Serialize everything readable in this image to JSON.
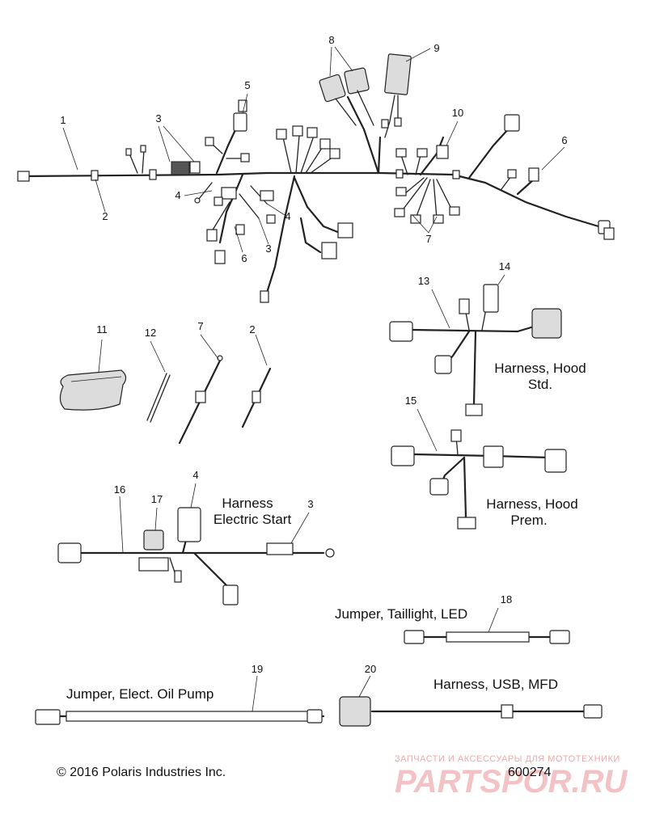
{
  "callouts": [
    "1",
    "2",
    "3",
    "4",
    "5",
    "6",
    "7",
    "8",
    "9",
    "10",
    "11",
    "12",
    "13",
    "14",
    "15",
    "16",
    "17",
    "18",
    "19",
    "20"
  ],
  "labels": {
    "hood_std_line1": "Harness, Hood",
    "hood_std_line2": "Std.",
    "hood_prem_line1": "Harness, Hood",
    "hood_prem_line2": "Prem.",
    "electric_start_line1": "Harness",
    "electric_start_line2": "Electric Start",
    "taillight": "Jumper, Taillight, LED",
    "oil_pump": "Jumper, Elect. Oil Pump",
    "usb": "Harness, USB, MFD"
  },
  "footer": {
    "copyright": "© 2016 Polaris Industries Inc.",
    "drawing_number": "600274"
  },
  "watermark": {
    "top": "ЗАПЧАСТИ И АКСЕССУАРЫ ДЛЯ МОТОТЕХНИКИ",
    "main": "PARTSPOR.RU"
  },
  "colors": {
    "line": "#222222",
    "watermark": "#f3c2c4"
  }
}
